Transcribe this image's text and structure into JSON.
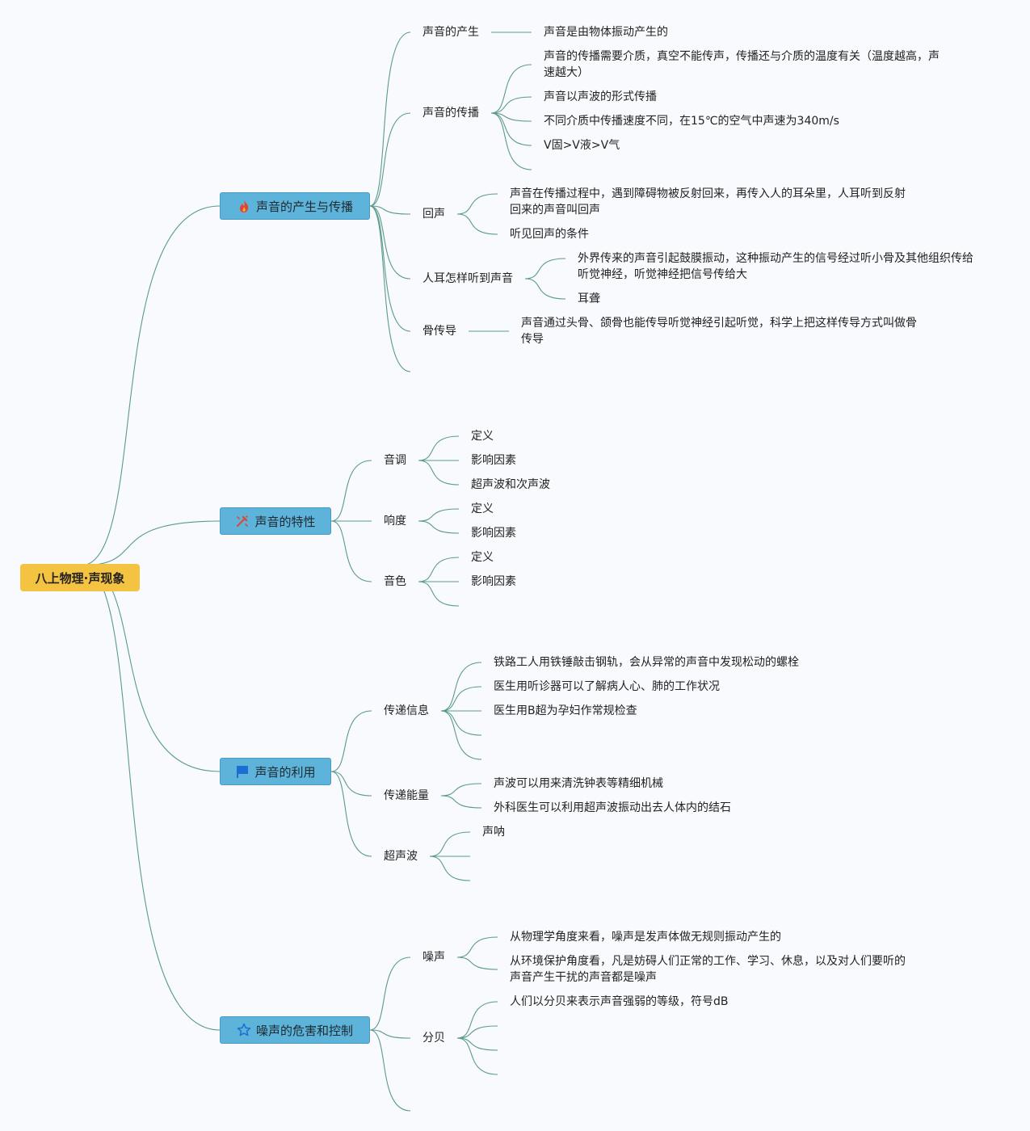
{
  "root": {
    "label": "八上物理·声现象"
  },
  "branches": {
    "b1": {
      "label": "声音的产生与传播",
      "icon": "fire-icon"
    },
    "b2": {
      "label": "声音的特性",
      "icon": "tools-icon"
    },
    "b3": {
      "label": "声音的利用",
      "icon": "flag-icon"
    },
    "b4": {
      "label": "噪声的危害和控制",
      "icon": "star-icon"
    }
  },
  "b1": {
    "production": {
      "label": "声音的产生",
      "items": [
        "声音是由物体振动产生的"
      ]
    },
    "propagation": {
      "label": "声音的传播",
      "items": [
        "声音的传播需要介质，真空不能传声，传播还与介质的温度有关（温度越高，声速越大）",
        "声音以声波的形式传播",
        "不同介质中传播速度不同，在15℃的空气中声速为340m/s",
        "V固>V液>V气"
      ]
    },
    "echo": {
      "label": "回声",
      "items": [
        "声音在传播过程中，遇到障碍物被反射回来，再传入人的耳朵里，人耳听到反射回来的声音叫回声",
        "听见回声的条件"
      ]
    },
    "hearing": {
      "label": "人耳怎样听到声音",
      "items": [
        "外界传来的声音引起鼓膜振动，这种振动产生的信号经过听小骨及其他组织传给听觉神经，听觉神经把信号传给大",
        "耳聋"
      ]
    },
    "bone": {
      "label": "骨传导",
      "items": [
        "声音通过头骨、颌骨也能传导听觉神经引起听觉，科学上把这样传导方式叫做骨传导"
      ]
    }
  },
  "b2": {
    "pitch": {
      "label": "音调",
      "items": [
        "定义",
        "影响因素",
        "超声波和次声波"
      ]
    },
    "loudness": {
      "label": "响度",
      "items": [
        "定义",
        "影响因素"
      ]
    },
    "timbre": {
      "label": "音色",
      "items": [
        "定义",
        "影响因素"
      ]
    }
  },
  "b3": {
    "info": {
      "label": "传递信息",
      "items": [
        "铁路工人用铁锤敲击钢轨，会从异常的声音中发现松动的螺栓",
        "医生用听诊器可以了解病人心、肺的工作状况",
        "医生用B超为孕妇作常规检查"
      ]
    },
    "energy": {
      "label": "传递能量",
      "items": [
        "声波可以用来清洗钟表等精细机械",
        "外科医生可以利用超声波振动出去人体内的结石"
      ]
    },
    "ultrasound": {
      "label": "超声波",
      "items": [
        "声呐"
      ]
    }
  },
  "b4": {
    "noise": {
      "label": "噪声",
      "items": [
        "从物理学角度来看，噪声是发声体做无规则振动产生的",
        "从环境保护角度看，凡是妨碍人们正常的工作、学习、休息，以及对人们要听的声音产生干扰的声音都是噪声"
      ]
    },
    "decibel": {
      "label": "分贝",
      "items": [
        "人们以分贝来表示声音强弱的等级，符号dB"
      ]
    }
  },
  "colors": {
    "link": "#5b9a8b",
    "root": "#f5c342",
    "branch": "#5db3d9",
    "background": "#f8fafd"
  }
}
